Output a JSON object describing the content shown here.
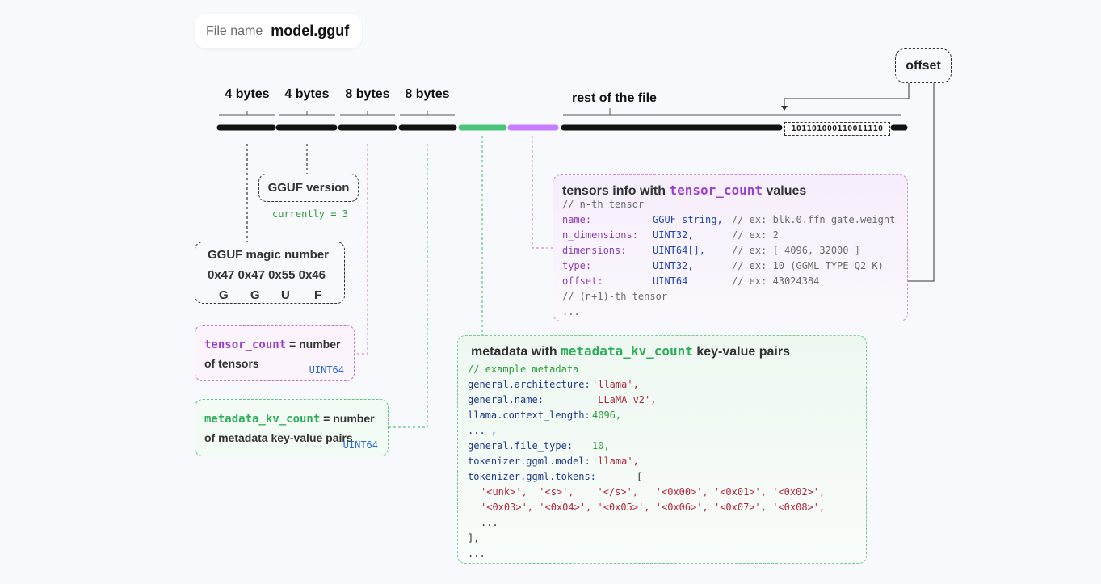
{
  "file": {
    "label": "File name",
    "name": "model.gguf"
  },
  "header": {
    "byte_labels": [
      "4 bytes",
      "4 bytes",
      "8 bytes",
      "8 bytes"
    ],
    "rest_label": "rest of the file",
    "offset_label": "offset",
    "bits": "101101000110011110"
  },
  "version": {
    "title": "GGUF version",
    "note": "currently = 3"
  },
  "magic": {
    "title": "GGUF magic number",
    "hex": "0x47 0x47 0x55 0x46",
    "chars": [
      "G",
      "G",
      "U",
      "F"
    ]
  },
  "tensor_count": {
    "keyword": "tensor_count",
    "text1": " = number",
    "text2": "of tensors",
    "type": "UINT64"
  },
  "metadata_kv_count": {
    "keyword": "metadata_kv_count",
    "text1": " = number",
    "text2": "of metadata key-value pairs",
    "type": "UINT64"
  },
  "tensors_info": {
    "title_prefix": "tensors info with ",
    "title_keyword": "tensor_count",
    "title_suffix": " values",
    "comment_nth": "// n-th tensor",
    "fields": [
      {
        "key": "name:",
        "type": "GGUF string,",
        "comment": "// ex: blk.0.ffn_gate.weight"
      },
      {
        "key": "n_dimensions:",
        "type": "UINT32,",
        "comment": "// ex: 2"
      },
      {
        "key": "dimensions:",
        "type": "UINT64[],",
        "comment": "// ex: [ 4096, 32000 ]"
      },
      {
        "key": "type:",
        "type": "UINT32,",
        "comment": "// ex: 10 (GGML_TYPE_Q2_K)"
      },
      {
        "key": "offset:",
        "type": "UINT64",
        "comment": "// ex: 43024384"
      }
    ],
    "comment_next": "// (n+1)-th tensor",
    "ellipsis": "..."
  },
  "metadata": {
    "title_prefix": "metadata with ",
    "title_keyword": "metadata_kv_count",
    "title_suffix": " key-value pairs",
    "comment": "// example metadata",
    "rows": [
      {
        "key": "general.architecture:",
        "value": "'llama',",
        "kind": "str"
      },
      {
        "key": "general.name:",
        "value": "'LLaMA v2',",
        "kind": "str"
      },
      {
        "key": "llama.context_length:",
        "value": "4096,",
        "kind": "num"
      },
      {
        "key": "... ,",
        "value": "",
        "kind": "plain"
      },
      {
        "key": "general.file_type:",
        "value": "10,",
        "kind": "num"
      },
      {
        "key": "tokenizer.ggml.model:",
        "value": "'llama',",
        "kind": "str"
      },
      {
        "key": "tokenizer.ggml.tokens:",
        "value": "[",
        "kind": "plain"
      }
    ],
    "tokens_line1": "'<unk>',  '<s>',    '</s>',   '<0x00>', '<0x01>', '<0x02>',",
    "tokens_line2": "'<0x03>', '<0x04>', '<0x05>', '<0x06>', '<0x07>', '<0x08>',",
    "tokens_ellipsis": "...",
    "close": "],",
    "ellipsis": "..."
  },
  "colors": {
    "purple": "#c77dff",
    "green": "#4cc37a",
    "black": "#111111"
  }
}
